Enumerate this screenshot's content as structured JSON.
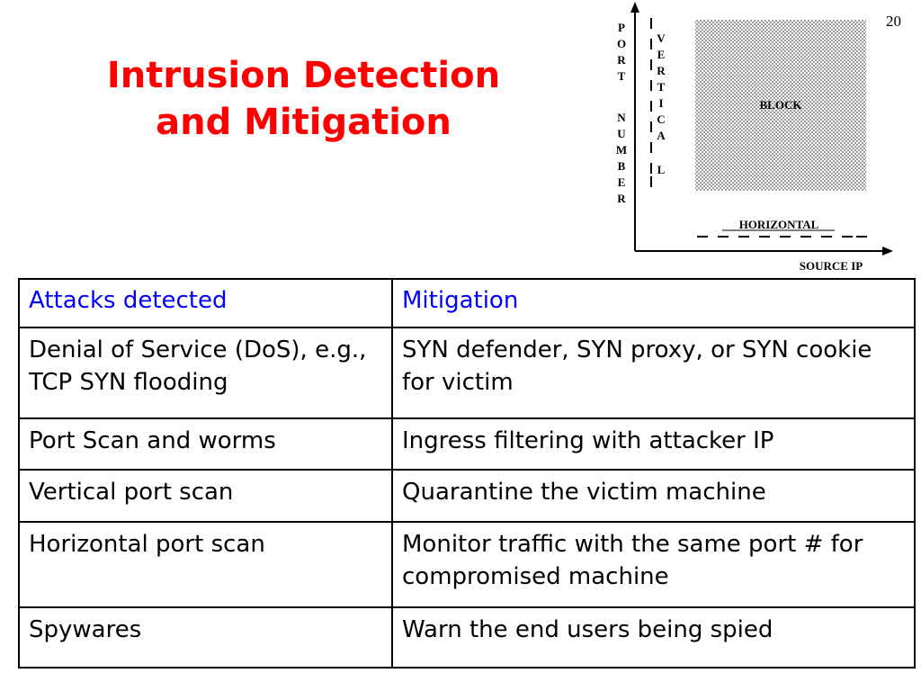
{
  "slide_number": "20",
  "title": {
    "line1": "Intrusion Detection",
    "line2": "and Mitigation"
  },
  "diagram": {
    "y_axis_label": [
      "P",
      "O",
      "R",
      "T",
      "",
      "N",
      "U",
      "M",
      "B",
      "E",
      "R"
    ],
    "vertical_label": [
      "V",
      "E",
      "R",
      "T",
      "I",
      "C",
      "A",
      "L"
    ],
    "block_label": "BLOCK",
    "horizontal_label": "HORIZONTAL",
    "x_axis_label": "SOURCE IP"
  },
  "table": {
    "headers": [
      "Attacks detected",
      "Mitigation"
    ],
    "rows": [
      [
        "Denial of Service (DoS), e.g., TCP SYN flooding",
        "SYN defender, SYN proxy, or SYN cookie for victim"
      ],
      [
        "Port Scan and worms",
        "Ingress filtering with attacker IP"
      ],
      [
        "Vertical port scan",
        "Quarantine the victim machine"
      ],
      [
        "Horizontal port scan",
        "Monitor traffic with the same port # for compromised machine"
      ],
      [
        "Spywares",
        "Warn the end users being spied"
      ]
    ]
  },
  "colors": {
    "title": "#ff0000",
    "header_text": "#0000ff",
    "block_fill": "#d9d9d9"
  }
}
